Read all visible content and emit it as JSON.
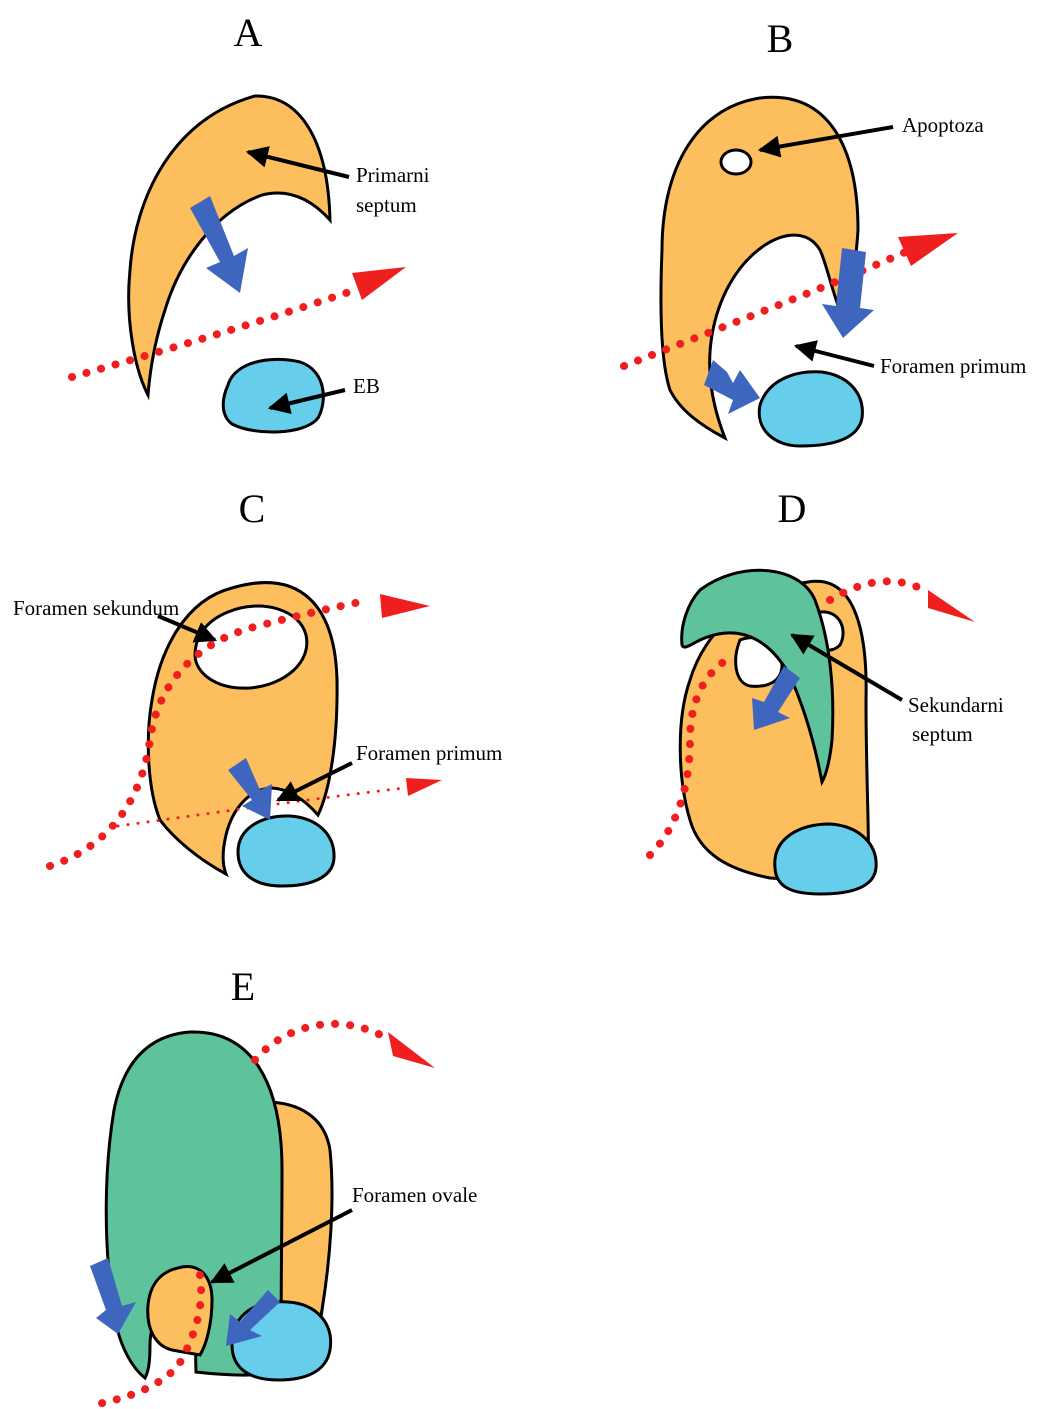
{
  "colors": {
    "septum_primum": "#FDBE5E",
    "septum_secundum": "#5EC29A",
    "endocardial_cushion": "#66CDEA",
    "flow_arrow": "#F01F1F",
    "movement_arrow": "#3F66BE",
    "outline": "#000000",
    "background": "#FFFFFF"
  },
  "panels": {
    "a": {
      "title": "A",
      "label_primarni_line1": "Primarni",
      "label_primarni_line2": "septum",
      "label_eb": "EB"
    },
    "b": {
      "title": "B",
      "label_apoptoza": "Apoptoza",
      "label_foramen_primum": "Foramen primum"
    },
    "c": {
      "title": "C",
      "label_foramen_sekundum": "Foramen sekundum",
      "label_foramen_primum": "Foramen primum"
    },
    "d": {
      "title": "D",
      "label_sekundarni_line1": "Sekundarni",
      "label_sekundarni_line2": "septum"
    },
    "e": {
      "title": "E",
      "label_foramen_ovale": "Foramen ovale"
    }
  }
}
